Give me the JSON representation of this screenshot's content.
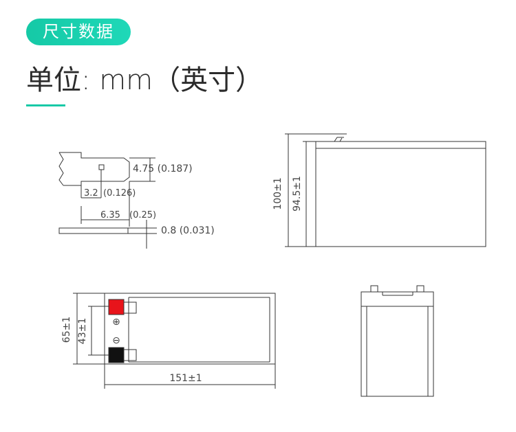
{
  "header": {
    "badge": "尺寸数据",
    "title": "单位: mm（英寸）"
  },
  "colors": {
    "accent": "#17c9a7",
    "positive_terminal": "#e8141b",
    "negative_terminal": "#111111",
    "line": "#333333"
  },
  "terminal_detail": {
    "width_label": "4.75 (0.187)",
    "hole_label_value": "3.2",
    "hole_label_inch": "(0.126)",
    "length_label_value": "6.35",
    "length_label_inch": "(0.25)",
    "thickness_label": "0.8 (0.031)"
  },
  "side_view": {
    "total_height": "100±1",
    "body_height": "94.5±1"
  },
  "top_view": {
    "width": "65±1",
    "terminal_spacing": "43±1",
    "length": "151±1",
    "positive_symbol": "⊕",
    "negative_symbol": "⊖"
  }
}
